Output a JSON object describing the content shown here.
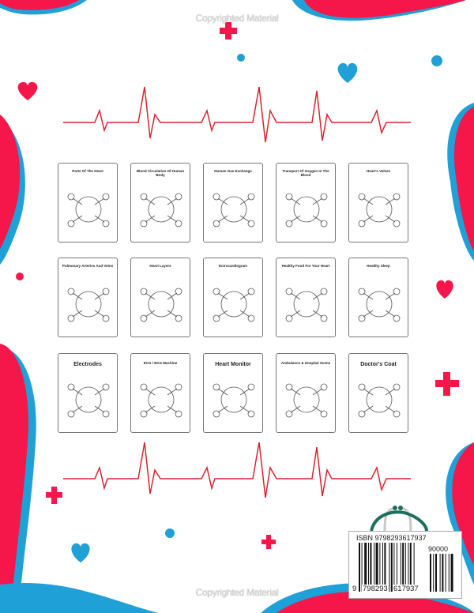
{
  "watermark": "Copyrighted Material",
  "pages": [
    {
      "title": "Parts Of The Heart"
    },
    {
      "title": "Blood Circulation Of Human Body"
    },
    {
      "title": "Human Gas Exchange"
    },
    {
      "title": "Transport Of Oxygen In The Blood"
    },
    {
      "title": "Heart's Valves"
    },
    {
      "title": "Pulmonary Arteries And Veins"
    },
    {
      "title": "Heart Layers"
    },
    {
      "title": "Ectrocardiogram"
    },
    {
      "title": "Healthy Food For Your Heart"
    },
    {
      "title": "Healthy Sleep"
    },
    {
      "title": "Electrodes"
    },
    {
      "title": "ECG / EKG Machine"
    },
    {
      "title": "Heart Monitor"
    },
    {
      "title": "Ambulance & Hospital Scene"
    },
    {
      "title": "Doctor's Coat"
    }
  ],
  "barcode": {
    "isbn": "ISBN 9798293617937",
    "price_code": "90000",
    "digit_lead": "9",
    "digits_left": "798293",
    "digits_right": "617937"
  },
  "colors": {
    "red": "#f5164a",
    "blue": "#1fa0d6",
    "ecg": "#d8242f",
    "stethoscope": "#1b6f5c"
  }
}
